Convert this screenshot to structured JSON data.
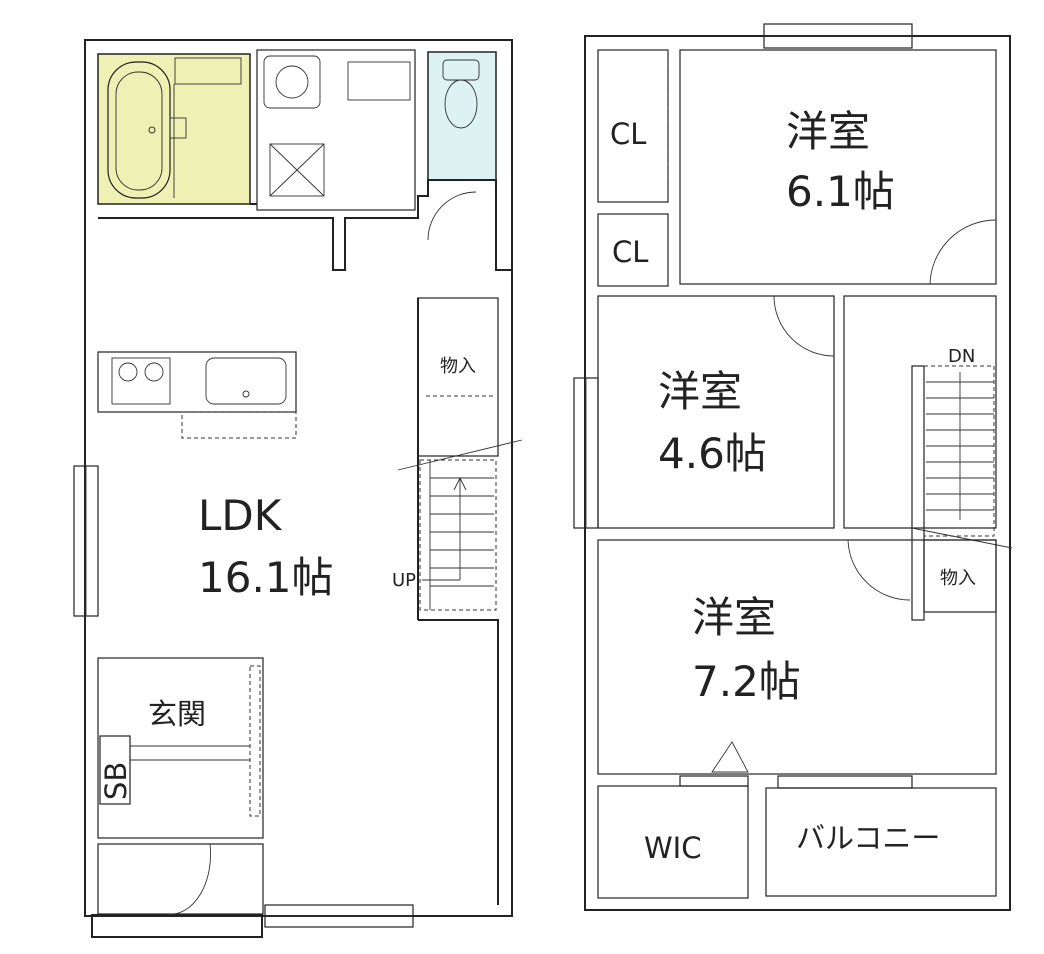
{
  "floor1": {
    "ldk_name": "LDK",
    "ldk_size": "16.1帖",
    "storage": "物入",
    "entrance": "玄関",
    "shoe_box": "SB",
    "stair_mark": "UP",
    "bath_color": "#EEF0B4",
    "toilet_color": "#DDF3F3"
  },
  "floor2": {
    "room_a_name": "洋室",
    "room_a_size": "6.1帖",
    "room_b_name": "洋室",
    "room_b_size": "4.6帖",
    "room_c_name": "洋室",
    "room_c_size": "7.2帖",
    "closet_1": "CL",
    "closet_2": "CL",
    "storage": "物入",
    "stair_mark": "DN",
    "wic": "WIC",
    "balcony": "バルコニー"
  }
}
